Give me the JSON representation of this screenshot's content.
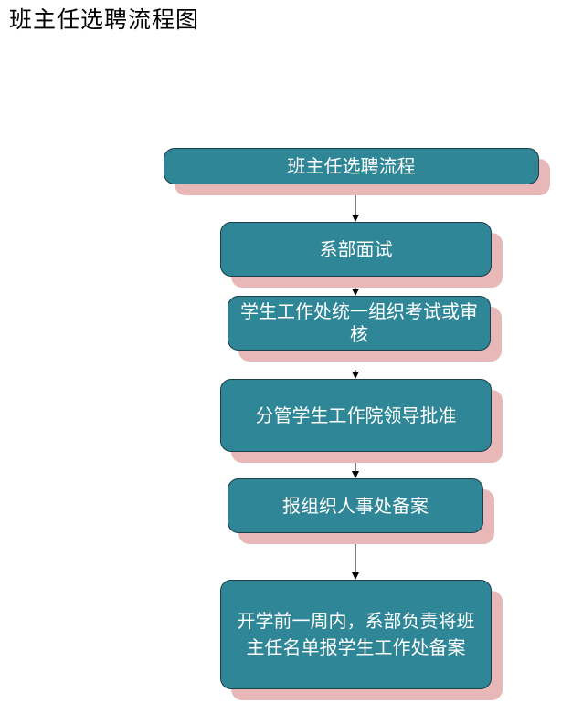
{
  "page_title": "班主任选聘流程图",
  "flowchart": {
    "steps": [
      "班主任选聘流程",
      "系部面试",
      "学生工作处统一组织考试或审核",
      "分管学生工作院领导批准",
      "报组织人事处备案",
      "开学前一周内，系部负责将班主任名单报学生工作处备案"
    ]
  },
  "colors": {
    "box_fill": "#2e8696",
    "box_border": "#1a3f48",
    "shadow": "#e8b8b8",
    "text": "#ffffff",
    "arrow": "#000000"
  }
}
